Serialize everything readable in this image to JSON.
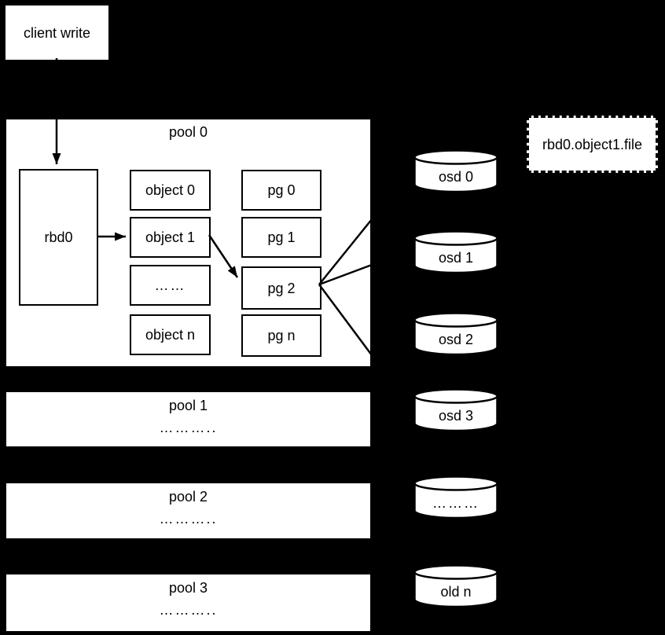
{
  "canvas": {
    "background_color": "#000000",
    "shape_fill": "#ffffff",
    "line_color": "#000000"
  },
  "client_write": {
    "label": "client write"
  },
  "pool0": {
    "title": "pool 0",
    "rbd_label": "rbd0",
    "objects": [
      "object 0",
      "object 1",
      "……",
      "object n"
    ],
    "pgs": [
      "pg 0",
      "pg 1",
      "pg 2",
      "pg n"
    ]
  },
  "pools": [
    {
      "title": "pool 1",
      "dots": "……….."
    },
    {
      "title": "pool 2",
      "dots": "……….."
    },
    {
      "title": "pool 3",
      "dots": "……….."
    }
  ],
  "osds": [
    "osd 0",
    "osd 1",
    "osd 2",
    "osd 3",
    "………",
    "old n"
  ],
  "annotation": {
    "label": "rbd0.object1.file"
  }
}
